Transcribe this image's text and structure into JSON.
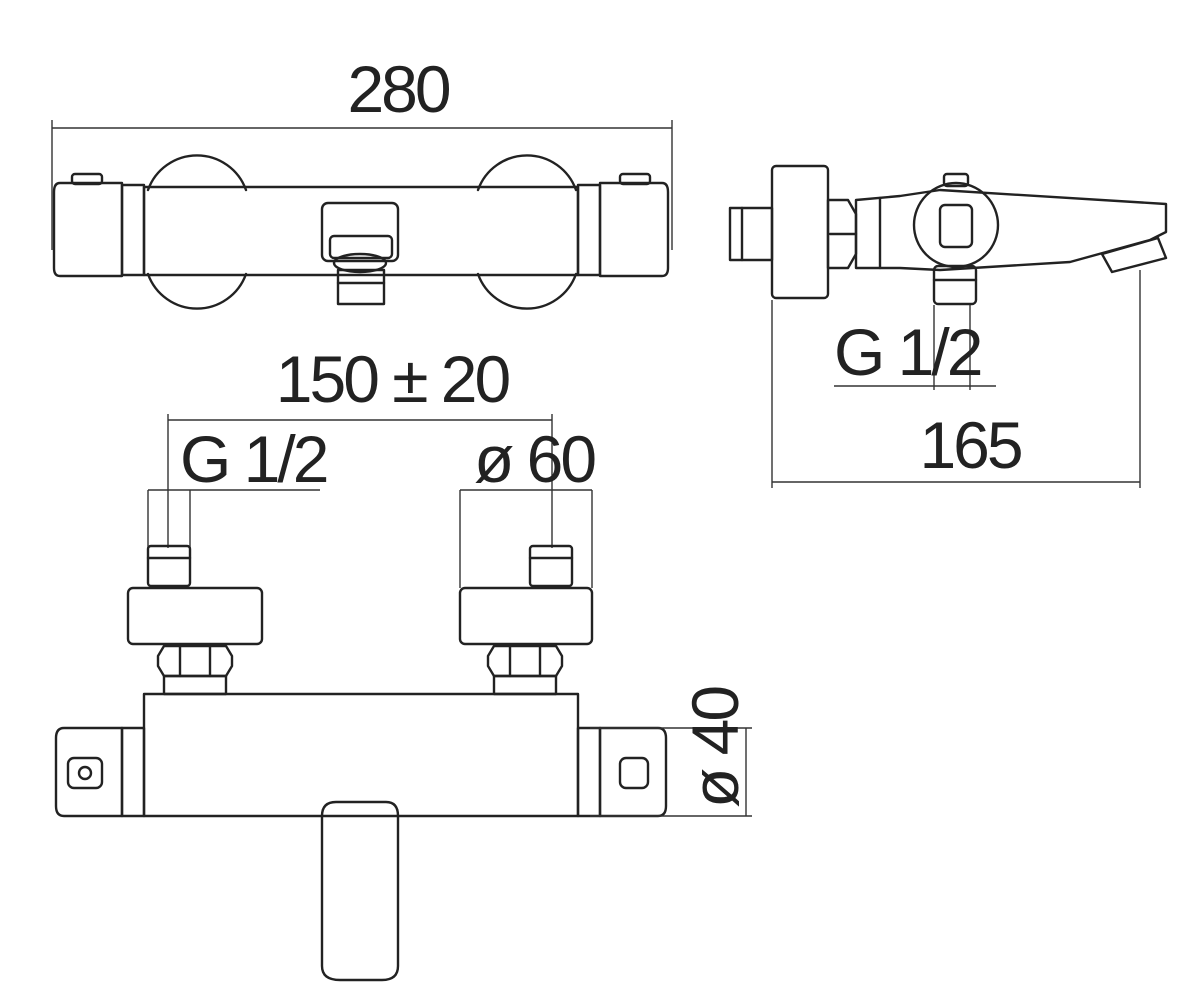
{
  "colors": {
    "stroke": "#222222",
    "background": "#ffffff"
  },
  "top_view": {
    "width": "280"
  },
  "side_view": {
    "thread": "G 1/2",
    "depth": "165"
  },
  "front_view": {
    "spacing": "150 ± 20",
    "thread": "G 1/2",
    "flange_diameter": "ø 60",
    "body_diameter": "ø 40"
  }
}
